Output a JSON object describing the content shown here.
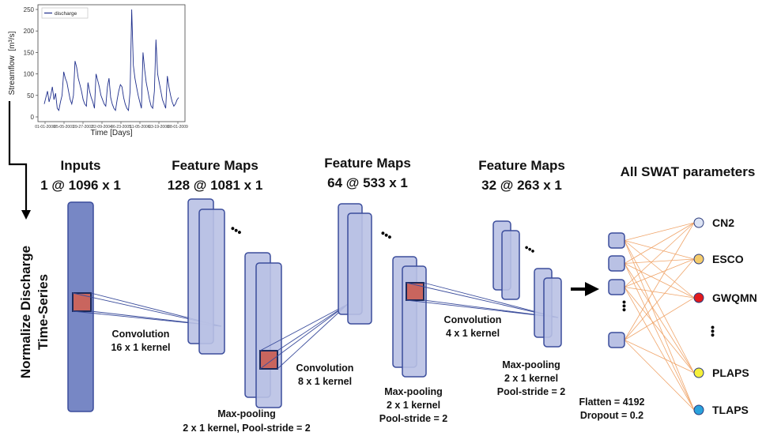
{
  "colors": {
    "input_fill": "#7787c5",
    "map_fill": "#b9c1e4",
    "map_stroke": "#3b4d9c",
    "kernel_fill": "#c9655e",
    "kernel_stroke": "#1c2a5a",
    "link_line": "#3b4d9c",
    "dense_line": "#f0a56a",
    "streamflow_line": "#1f2f8c"
  },
  "inset_chart": {
    "chart_data": {
      "type": "line",
      "legend": [
        "discharge"
      ],
      "legend_position": "top-left",
      "ylabel": "Streamflow",
      "ylabel_unit": "[m³/s]",
      "xlabel": "Time [Days]",
      "ylim": [
        0,
        250
      ],
      "yticks": [
        0,
        50,
        100,
        150,
        200,
        250
      ],
      "xtick_labels": [
        "01-01-2000",
        "05-05-2001",
        "09-27-2002",
        "02-09-2004",
        "06-23-2005",
        "11-05-2006",
        "03-19-2008",
        "08-01-2009"
      ],
      "series": [
        {
          "name": "discharge",
          "values": [
            30,
            45,
            60,
            35,
            50,
            70,
            40,
            55,
            20,
            15,
            35,
            50,
            105,
            90,
            80,
            60,
            40,
            30,
            50,
            130,
            115,
            90,
            75,
            60,
            40,
            30,
            25,
            80,
            60,
            45,
            35,
            20,
            100,
            85,
            70,
            50,
            40,
            30,
            25,
            70,
            90,
            45,
            30,
            20,
            15,
            40,
            60,
            75,
            70,
            45,
            30,
            20,
            15,
            60,
            250,
            120,
            90,
            70,
            50,
            35,
            20,
            150,
            110,
            80,
            60,
            40,
            25,
            20,
            60,
            180,
            100,
            80,
            60,
            40,
            30,
            20,
            95,
            70,
            50,
            35,
            25,
            30,
            40,
            45
          ]
        }
      ]
    }
  },
  "side_label": {
    "line1": "Normalize Discharge",
    "line2": "Time-Series"
  },
  "columns": [
    {
      "title": "Inputs",
      "size": "1 @ 1096 x 1"
    },
    {
      "title": "Feature Maps",
      "size": "128 @ 1081 x 1"
    },
    {
      "title": "Feature Maps",
      "size": "64 @ 533 x 1"
    },
    {
      "title": "Feature Maps",
      "size": "32 @ 263 x 1"
    },
    {
      "title": "All SWAT parameters"
    }
  ],
  "ops": {
    "conv1": {
      "line1": "Convolution",
      "line2": "16 x 1 kernel"
    },
    "pool1": {
      "line1": "Max-pooling",
      "line2": "2 x 1 kernel, Pool-stride = 2"
    },
    "conv2": {
      "line1": "Convolution",
      "line2": "8 x 1 kernel"
    },
    "pool2": {
      "line1": "Max-pooling",
      "line2": "2 x 1 kernel",
      "line3": "Pool-stride = 2"
    },
    "conv3": {
      "line1": "Convolution",
      "line2": "4 x 1 kernel"
    },
    "pool3": {
      "line1": "Max-pooling",
      "line2": "2 x 1 kernel",
      "line3": "Pool-stride = 2"
    },
    "flatten": {
      "line1": "Flatten = 4192",
      "line2": "Dropout = 0.2"
    }
  },
  "ellipsis": "•••",
  "parameters": [
    {
      "name": "CN2",
      "color": "#dde4f4"
    },
    {
      "name": "ESCO",
      "color": "#f5cc6b"
    },
    {
      "name": "GWQMN",
      "color": "#e31a1c"
    },
    {
      "name": "PLAPS",
      "color": "#f5f03a"
    },
    {
      "name": "TLAPS",
      "color": "#2aa2dc"
    }
  ]
}
